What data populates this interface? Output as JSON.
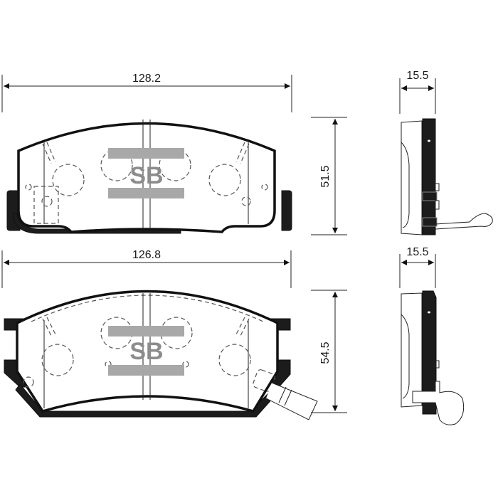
{
  "diagram": {
    "subject": "Brake pad set technical drawing",
    "logo": {
      "text": "SB",
      "bar_color": "#a8a8a8",
      "text_color": "#8c8c8c"
    },
    "pads": [
      {
        "name": "upper-pad",
        "width_label": "128.2",
        "height_label": "51.5",
        "thickness_label": "15.5",
        "wear_indicator": "spring-clip"
      },
      {
        "name": "lower-pad",
        "width_label": "126.8",
        "height_label": "54.5",
        "thickness_label": "15.5",
        "wear_indicator": "tab-sensor"
      }
    ],
    "colors": {
      "line": "#111111",
      "backing_plate": "#1c1c1c",
      "background": "#ffffff"
    }
  }
}
